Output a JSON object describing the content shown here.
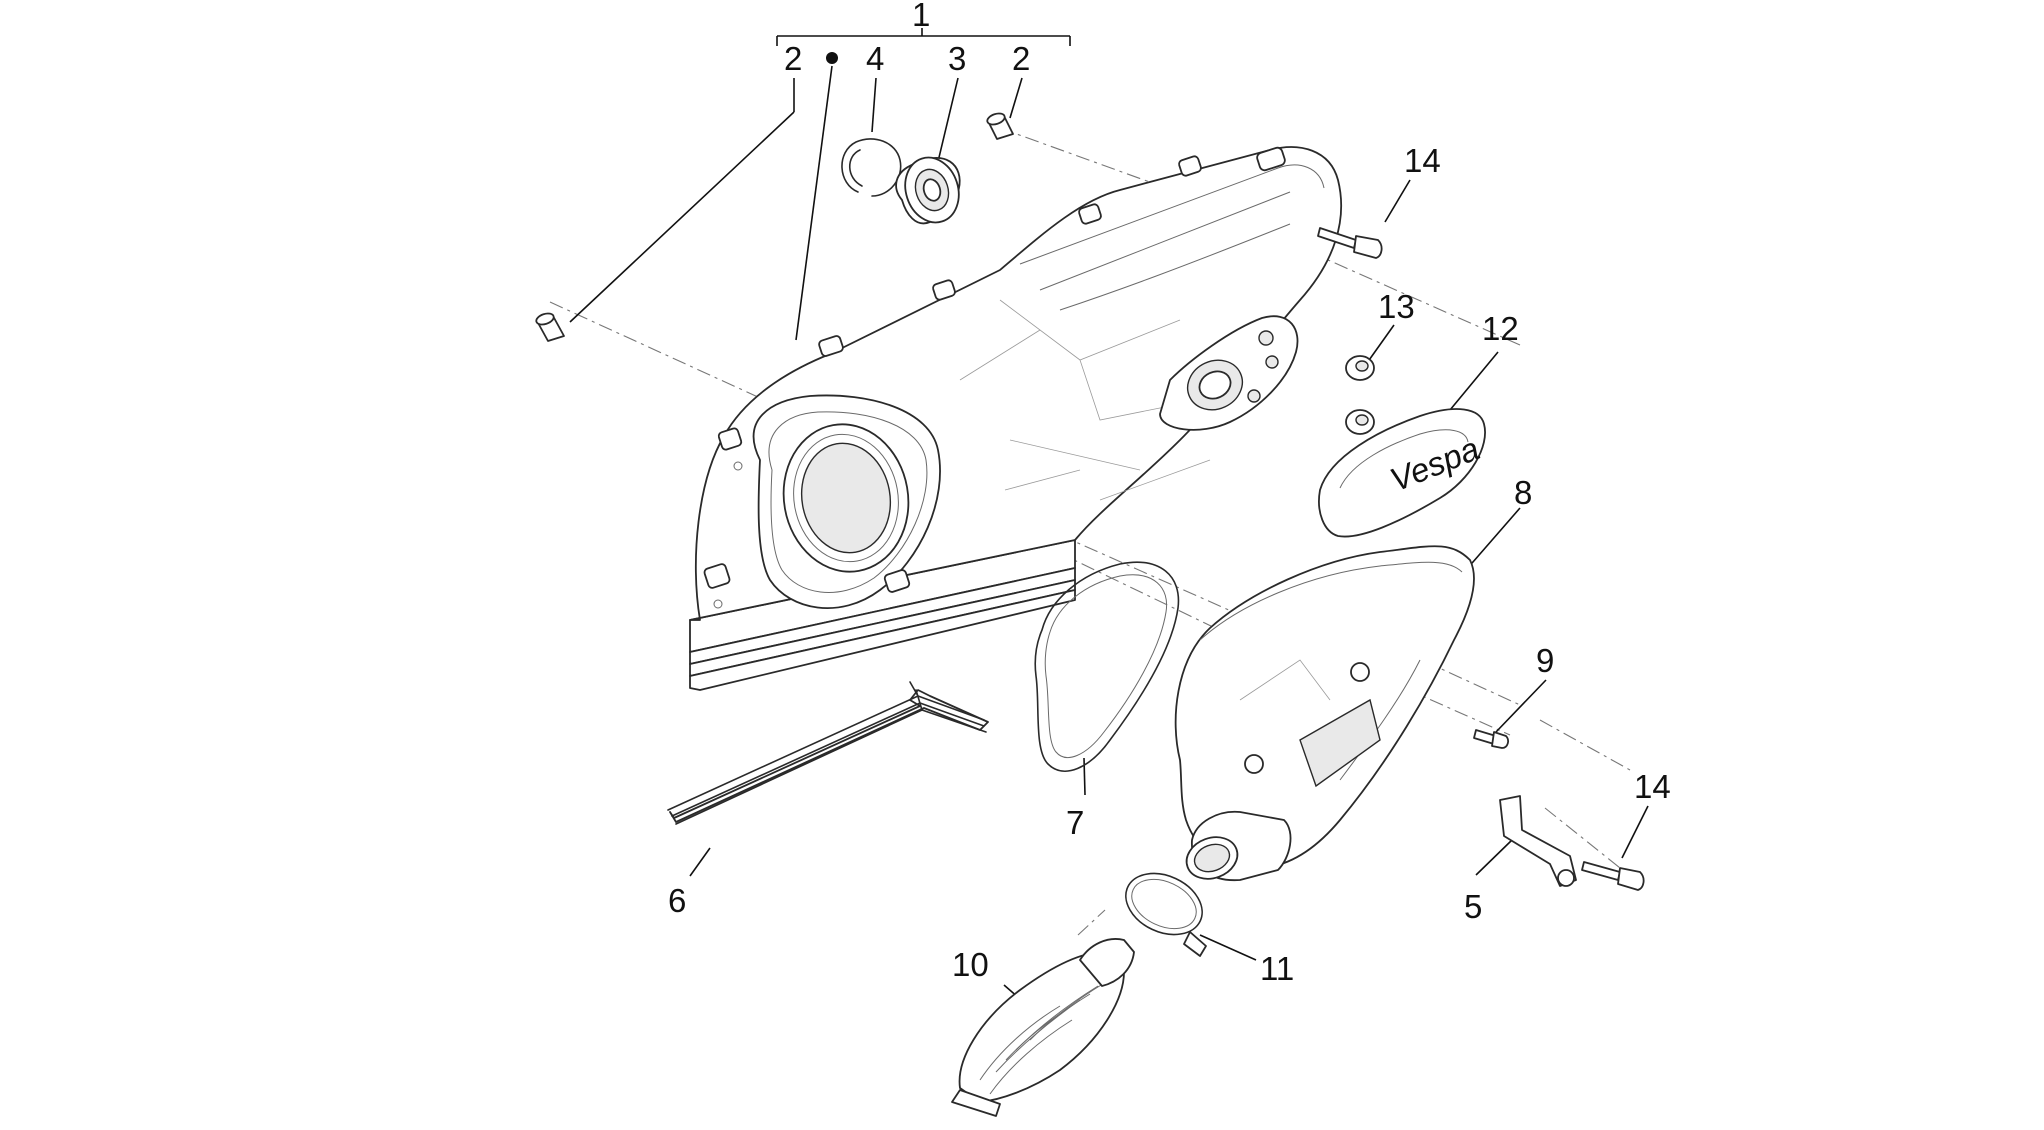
{
  "diagram": {
    "labels": {
      "group": "1",
      "dowel_left": "2",
      "dowel_right": "2",
      "bearing": "3",
      "circlip": "4",
      "bracket": "5",
      "rod": "6",
      "gasket": "7",
      "air_duct": "8",
      "screw_small": "9",
      "bellows": "10",
      "hose_clamp": "11",
      "badge": "12",
      "grommet": "13",
      "bolt_top": "14",
      "bolt_bottom": "14"
    }
  }
}
